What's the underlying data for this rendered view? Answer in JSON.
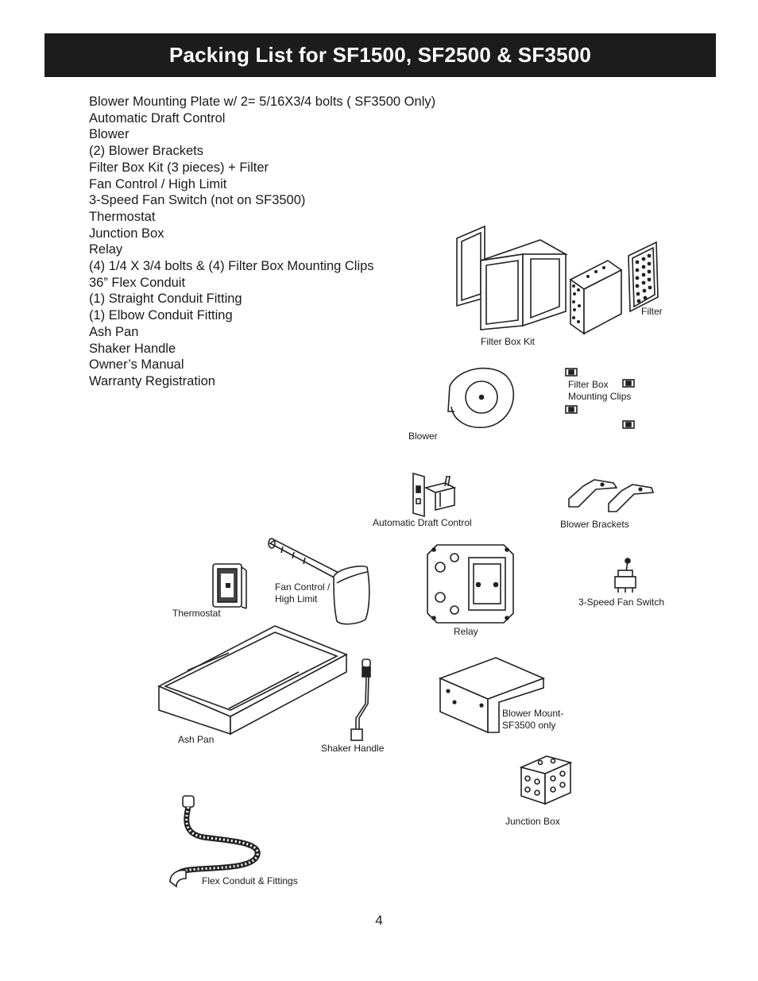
{
  "page": {
    "title": "Packing List for SF1500, SF2500 & SF3500",
    "page_number": "4"
  },
  "packing_list": [
    "Blower Mounting Plate w/ 2= 5/16X3/4 bolts ( SF3500 Only)",
    "Automatic Draft Control",
    "Blower",
    "(2) Blower Brackets",
    "Filter Box Kit (3 pieces) + Filter",
    "Fan Control / High Limit",
    "3-Speed Fan Switch (not on SF3500)",
    "Thermostat",
    "Junction Box",
    "Relay",
    "(4) 1/4 X 3/4 bolts & (4) Filter Box Mounting Clips",
    "36” Flex Conduit",
    "(1) Straight Conduit Fitting",
    "(1) Elbow Conduit Fitting",
    "Ash Pan",
    "Shaker Handle",
    "Owner’s Manual",
    "Warranty Registration"
  ],
  "labels": {
    "filter": "Filter",
    "filter_box_kit": "Filter Box Kit",
    "filter_box_clips_1": "Filter Box",
    "filter_box_clips_2": "Mounting Clips",
    "blower": "Blower",
    "draft_control": "Automatic Draft Control",
    "blower_brackets": "Blower Brackets",
    "fan_control_1": "Fan Control /",
    "fan_control_2": "High Limit",
    "thermostat": "Thermostat",
    "relay": "Relay",
    "fan_switch": "3-Speed Fan Switch",
    "blower_mount_1": "Blower Mount-",
    "blower_mount_2": "SF3500 only",
    "ash_pan": "Ash Pan",
    "shaker_handle": "Shaker Handle",
    "junction_box": "Junction Box",
    "flex_conduit": "Flex Conduit & Fittings"
  }
}
